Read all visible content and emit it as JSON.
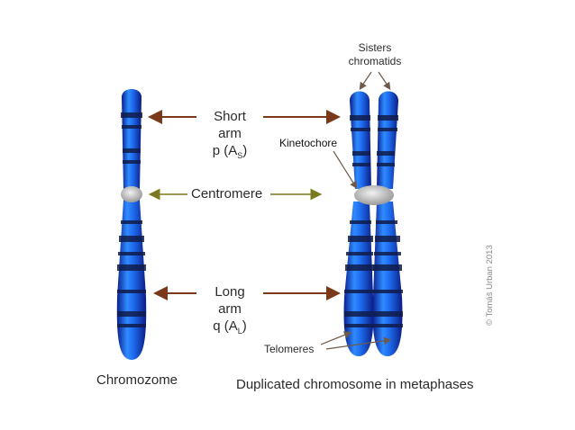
{
  "labels": {
    "sisters_line1": "Sisters",
    "sisters_line2": "chromatids",
    "short_line1": "Short",
    "short_line2": "arm",
    "short_line3_prefix": "p (A",
    "short_line3_sub": "S",
    "short_line3_suffix": ")",
    "kinetochore": "Kinetochore",
    "centromere": "Centromere",
    "long_line1": "Long",
    "long_line2": "arm",
    "long_line3_prefix": "q (A",
    "long_line3_sub": "L",
    "long_line3_suffix": ")",
    "telomeres": "Telomeres",
    "chromosome_caption": "Chromozome",
    "duplicated_caption": "Duplicated chromosome in metaphases",
    "copyright": "© Tomáš Urban 2013"
  },
  "colors": {
    "chromatid_blue": "#1b5fe0",
    "band_dark": "#101c4a",
    "centromere_gray": "#c4c4c4",
    "arm_arrow": "#7a3a1a",
    "centromere_arrow": "#7c7a1e",
    "text": "#2b2b2b"
  }
}
